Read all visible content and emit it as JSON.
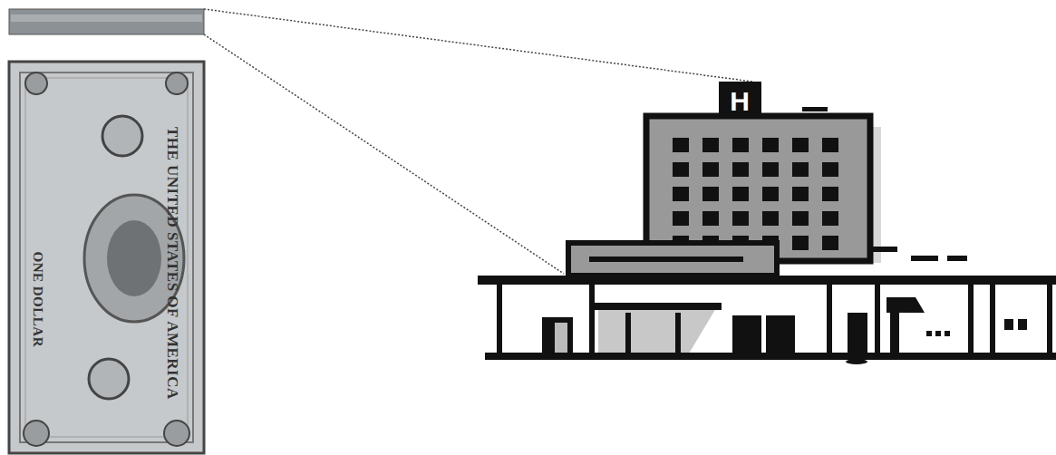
{
  "diagram": {
    "labels": [
      "H",
      "THE UNITED STATES OF AMERICA",
      "ONE DOLLAR"
    ]
  }
}
